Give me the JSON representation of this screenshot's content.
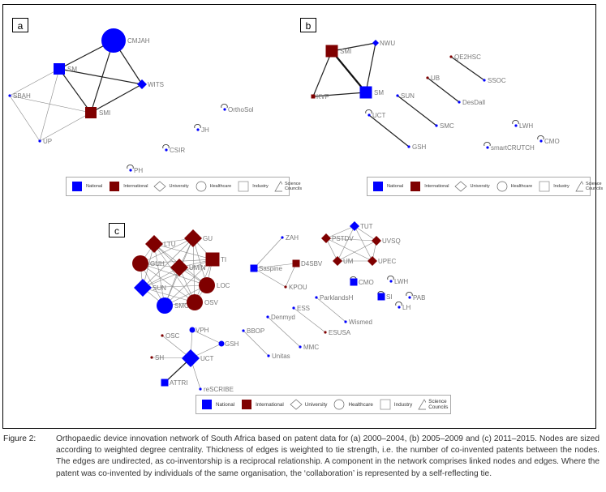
{
  "colors": {
    "national": "#0000ff",
    "international": "#7f0000",
    "edge": "#333333",
    "label": "#777777"
  },
  "legend": {
    "items": [
      {
        "label": "National",
        "shape": "square-fill",
        "color": "#0000ff"
      },
      {
        "label": "International",
        "shape": "square-fill",
        "color": "#7f0000"
      },
      {
        "label": "University",
        "shape": "diamond"
      },
      {
        "label": "Healthcare",
        "shape": "circle"
      },
      {
        "label": "Industry",
        "shape": "square"
      },
      {
        "label": "Science Councils",
        "shape": "triangle"
      }
    ]
  },
  "panels": [
    {
      "id": "a",
      "label": "a",
      "nodes": [
        {
          "id": "CMJAH",
          "label": "CMJAH",
          "shape": "circle",
          "type": "national",
          "size": "large"
        },
        {
          "id": "SM",
          "label": "SM",
          "shape": "square",
          "type": "national",
          "size": "large"
        },
        {
          "id": "WITS",
          "label": "WITS",
          "shape": "diamond",
          "type": "national",
          "size": "medium"
        },
        {
          "id": "SBAH",
          "label": "SBAH",
          "shape": "dot",
          "type": "national",
          "size": "small"
        },
        {
          "id": "SMI",
          "label": "SMI",
          "shape": "square",
          "type": "international",
          "size": "large"
        },
        {
          "id": "UP",
          "label": "UP",
          "shape": "dot",
          "type": "national",
          "size": "small"
        },
        {
          "id": "OrthoSol",
          "label": "OrthoSol",
          "shape": "dot",
          "type": "national",
          "size": "small",
          "selfloop": true
        },
        {
          "id": "JH",
          "label": "JH",
          "shape": "dot",
          "type": "national",
          "size": "small",
          "selfloop": true
        },
        {
          "id": "CSIR",
          "label": "CSIR",
          "shape": "dot",
          "type": "national",
          "size": "small",
          "selfloop": true
        },
        {
          "id": "PH",
          "label": "PH",
          "shape": "dot",
          "type": "national",
          "size": "small",
          "selfloop": true
        }
      ],
      "edges": [
        [
          "SM",
          "CMJAH",
          "strong"
        ],
        [
          "CMJAH",
          "WITS",
          "strong"
        ],
        [
          "CMJAH",
          "SMI",
          "strong"
        ],
        [
          "SM",
          "WITS",
          "strong"
        ],
        [
          "SM",
          "SMI",
          "strong"
        ],
        [
          "WITS",
          "SMI",
          "strong"
        ],
        [
          "SM",
          "SBAH",
          "weak"
        ],
        [
          "SM",
          "UP",
          "weak"
        ],
        [
          "SBAH",
          "SMI",
          "weak"
        ],
        [
          "SBAH",
          "UP",
          "weak"
        ],
        [
          "UP",
          "SMI",
          "weak"
        ]
      ]
    },
    {
      "id": "b",
      "label": "b",
      "nodes": [
        {
          "id": "SMI",
          "label": "SMI",
          "shape": "square",
          "type": "international",
          "size": "large"
        },
        {
          "id": "NWU",
          "label": "NWU",
          "shape": "diamond",
          "type": "national",
          "size": "small"
        },
        {
          "id": "SM",
          "label": "SM",
          "shape": "square",
          "type": "national",
          "size": "large"
        },
        {
          "id": "KVP",
          "label": "KVP",
          "shape": "square",
          "type": "international",
          "size": "small"
        },
        {
          "id": "SUN",
          "label": "SUN",
          "shape": "dot",
          "type": "national",
          "size": "small"
        },
        {
          "id": "SMC",
          "label": "SMC",
          "shape": "dot",
          "type": "national",
          "size": "small"
        },
        {
          "id": "UCT",
          "label": "UCT",
          "shape": "dot",
          "type": "national",
          "size": "small",
          "selfloop": true
        },
        {
          "id": "GSH",
          "label": "GSH",
          "shape": "dot",
          "type": "national",
          "size": "small"
        },
        {
          "id": "UB",
          "label": "UB",
          "shape": "dot",
          "type": "international",
          "size": "small"
        },
        {
          "id": "DesDall",
          "label": "DesDall",
          "shape": "dot",
          "type": "national",
          "size": "small"
        },
        {
          "id": "QE2HSC",
          "label": "QE2HSC",
          "shape": "dot",
          "type": "international",
          "size": "small"
        },
        {
          "id": "SSOC",
          "label": "SSOC",
          "shape": "dot",
          "type": "national",
          "size": "small"
        },
        {
          "id": "LWH",
          "label": "LWH",
          "shape": "dot",
          "type": "national",
          "size": "small",
          "selfloop": true
        },
        {
          "id": "CMO",
          "label": "CMO",
          "shape": "dot",
          "type": "national",
          "size": "small",
          "selfloop": true
        },
        {
          "id": "smartCRUTCH",
          "label": "smartCRUTCH",
          "shape": "dot",
          "type": "national",
          "size": "small",
          "selfloop": true
        }
      ],
      "edges": [
        [
          "SMI",
          "NWU",
          "strong"
        ],
        [
          "SMI",
          "SM",
          "heavy"
        ],
        [
          "NWU",
          "SM",
          "strong"
        ],
        [
          "SMI",
          "KVP",
          "strong"
        ],
        [
          "KVP",
          "SM",
          "strong"
        ],
        [
          "SUN",
          "SMC",
          "strong"
        ],
        [
          "UCT",
          "GSH",
          "strong"
        ],
        [
          "UB",
          "DesDall",
          "strong"
        ],
        [
          "QE2HSC",
          "SSOC",
          "strong"
        ]
      ]
    },
    {
      "id": "c",
      "label": "c",
      "nodes": [
        {
          "id": "LTU",
          "label": "LTU",
          "shape": "diamond",
          "type": "international",
          "size": "large"
        },
        {
          "id": "GU",
          "label": "GU",
          "shape": "diamond",
          "type": "international",
          "size": "large"
        },
        {
          "id": "TI",
          "label": "TI",
          "shape": "square",
          "type": "international",
          "size": "large"
        },
        {
          "id": "GUH",
          "label": "GUH",
          "shape": "circle",
          "type": "international",
          "size": "large"
        },
        {
          "id": "UMIN",
          "label": "UMIN",
          "shape": "diamond",
          "type": "international",
          "size": "large"
        },
        {
          "id": "LOC",
          "label": "LOC",
          "shape": "circle",
          "type": "international",
          "size": "large"
        },
        {
          "id": "SUN",
          "label": "SUN",
          "shape": "diamond",
          "type": "national",
          "size": "large"
        },
        {
          "id": "SMC",
          "label": "SMC",
          "shape": "circle",
          "type": "national",
          "size": "large"
        },
        {
          "id": "OSV",
          "label": "OSV",
          "shape": "circle",
          "type": "international",
          "size": "large"
        },
        {
          "id": "ZAH",
          "label": "ZAH",
          "shape": "dot",
          "type": "national",
          "size": "small"
        },
        {
          "id": "Saspine",
          "label": "Saspine",
          "shape": "square",
          "type": "national",
          "size": "medium"
        },
        {
          "id": "D4SBV",
          "label": "D4SBV",
          "shape": "square",
          "type": "international",
          "size": "medium"
        },
        {
          "id": "KPOU",
          "label": "KPOU",
          "shape": "dot",
          "type": "international",
          "size": "small"
        },
        {
          "id": "TUT",
          "label": "TUT",
          "shape": "diamond",
          "type": "national",
          "size": "medium"
        },
        {
          "id": "PSTDV",
          "label": "PSTDV",
          "shape": "diamond",
          "type": "international",
          "size": "medium"
        },
        {
          "id": "UVSQ",
          "label": "UVSQ",
          "shape": "diamond",
          "type": "international",
          "size": "medium"
        },
        {
          "id": "UM",
          "label": "UM",
          "shape": "diamond",
          "type": "international",
          "size": "medium"
        },
        {
          "id": "UPEC",
          "label": "UPEC",
          "shape": "diamond",
          "type": "international",
          "size": "medium"
        },
        {
          "id": "CMO",
          "label": "CMO",
          "shape": "square",
          "type": "national",
          "size": "medium",
          "selfloop": true
        },
        {
          "id": "SI",
          "label": "SI",
          "shape": "square",
          "type": "national",
          "size": "medium",
          "selfloop": true
        },
        {
          "id": "LWH",
          "label": "LWH",
          "shape": "dot",
          "type": "national",
          "size": "small",
          "selfloop": true
        },
        {
          "id": "PAB",
          "label": "PAB",
          "shape": "dot",
          "type": "national",
          "size": "small",
          "selfloop": true
        },
        {
          "id": "LH",
          "label": "LH",
          "shape": "dot",
          "type": "national",
          "size": "small",
          "selfloop": true
        },
        {
          "id": "ParklandsH",
          "label": "ParklandsH",
          "shape": "dot",
          "type": "national",
          "size": "small"
        },
        {
          "id": "Wismed",
          "label": "Wismed",
          "shape": "dot",
          "type": "national",
          "size": "small"
        },
        {
          "id": "ESS",
          "label": "ESS",
          "shape": "dot",
          "type": "national",
          "size": "small"
        },
        {
          "id": "ESUSA",
          "label": "ESUSA",
          "shape": "dot",
          "type": "international",
          "size": "small"
        },
        {
          "id": "Denmyd",
          "label": "Denmyd",
          "shape": "dot",
          "type": "national",
          "size": "small"
        },
        {
          "id": "MMC",
          "label": "MMC",
          "shape": "dot",
          "type": "national",
          "size": "small"
        },
        {
          "id": "BBOP",
          "label": "BBOP",
          "shape": "dot",
          "type": "national",
          "size": "small"
        },
        {
          "id": "Unitas",
          "label": "Unitas",
          "shape": "dot",
          "type": "national",
          "size": "small"
        },
        {
          "id": "VPH",
          "label": "VPH",
          "shape": "dot",
          "type": "national",
          "size": "smallplus"
        },
        {
          "id": "OSC",
          "label": "OSC",
          "shape": "dot",
          "type": "international",
          "size": "small"
        },
        {
          "id": "GSH",
          "label": "GSH",
          "shape": "dot",
          "type": "national",
          "size": "smallplus"
        },
        {
          "id": "SH",
          "label": "SH",
          "shape": "dot",
          "type": "international",
          "size": "small"
        },
        {
          "id": "UCT",
          "label": "UCT",
          "shape": "diamond",
          "type": "national",
          "size": "large"
        },
        {
          "id": "ATTRI",
          "label": "ATTRI",
          "shape": "square",
          "type": "national",
          "size": "medium"
        },
        {
          "id": "reSCRIBE",
          "label": "reSCRIBE",
          "shape": "dot",
          "type": "national",
          "size": "small"
        }
      ],
      "edges": [
        [
          "LTU",
          "GU",
          "weak"
        ],
        [
          "LTU",
          "TI",
          "weak"
        ],
        [
          "LTU",
          "GUH",
          "weak"
        ],
        [
          "LTU",
          "UMIN",
          "weak"
        ],
        [
          "LTU",
          "LOC",
          "weak"
        ],
        [
          "LTU",
          "SUN",
          "weak"
        ],
        [
          "LTU",
          "SMC",
          "weak"
        ],
        [
          "LTU",
          "OSV",
          "weak"
        ],
        [
          "GU",
          "TI",
          "weak"
        ],
        [
          "GU",
          "GUH",
          "weak"
        ],
        [
          "GU",
          "UMIN",
          "weak"
        ],
        [
          "GU",
          "LOC",
          "weak"
        ],
        [
          "GU",
          "SUN",
          "weak"
        ],
        [
          "GU",
          "SMC",
          "weak"
        ],
        [
          "GU",
          "OSV",
          "weak"
        ],
        [
          "TI",
          "GUH",
          "weak"
        ],
        [
          "TI",
          "UMIN",
          "weak"
        ],
        [
          "TI",
          "LOC",
          "weak"
        ],
        [
          "TI",
          "SUN",
          "weak"
        ],
        [
          "TI",
          "SMC",
          "weak"
        ],
        [
          "TI",
          "OSV",
          "weak"
        ],
        [
          "GUH",
          "UMIN",
          "weak"
        ],
        [
          "GUH",
          "LOC",
          "weak"
        ],
        [
          "GUH",
          "SUN",
          "weak"
        ],
        [
          "GUH",
          "SMC",
          "weak"
        ],
        [
          "GUH",
          "OSV",
          "weak"
        ],
        [
          "UMIN",
          "LOC",
          "weak"
        ],
        [
          "UMIN",
          "SUN",
          "weak"
        ],
        [
          "UMIN",
          "SMC",
          "weak"
        ],
        [
          "UMIN",
          "OSV",
          "weak"
        ],
        [
          "LOC",
          "SUN",
          "weak"
        ],
        [
          "LOC",
          "SMC",
          "weak"
        ],
        [
          "LOC",
          "OSV",
          "weak"
        ],
        [
          "SUN",
          "SMC",
          "weak"
        ],
        [
          "SUN",
          "OSV",
          "weak"
        ],
        [
          "SMC",
          "OSV",
          "weak"
        ],
        [
          "Saspine",
          "ZAH",
          "weak"
        ],
        [
          "Saspine",
          "D4SBV",
          "weak"
        ],
        [
          "Saspine",
          "KPOU",
          "weak"
        ],
        [
          "D4SBV",
          "KPOU",
          "weak"
        ],
        [
          "TUT",
          "PSTDV",
          "weak"
        ],
        [
          "TUT",
          "UVSQ",
          "weak"
        ],
        [
          "TUT",
          "UM",
          "weak"
        ],
        [
          "TUT",
          "UPEC",
          "weak"
        ],
        [
          "PSTDV",
          "UVSQ",
          "weak"
        ],
        [
          "PSTDV",
          "UM",
          "weak"
        ],
        [
          "PSTDV",
          "UPEC",
          "weak"
        ],
        [
          "UVSQ",
          "UM",
          "weak"
        ],
        [
          "UVSQ",
          "UPEC",
          "weak"
        ],
        [
          "UM",
          "UPEC",
          "weak"
        ],
        [
          "ParklandsH",
          "Wismed",
          "weak"
        ],
        [
          "ESS",
          "ESUSA",
          "weak"
        ],
        [
          "Denmyd",
          "MMC",
          "weak"
        ],
        [
          "BBOP",
          "Unitas",
          "weak"
        ],
        [
          "UCT",
          "VPH",
          "weak"
        ],
        [
          "UCT",
          "GSH",
          "weak"
        ],
        [
          "VPH",
          "GSH",
          "weak"
        ],
        [
          "UCT",
          "OSC",
          "weak"
        ],
        [
          "UCT",
          "SH",
          "weak"
        ],
        [
          "UCT",
          "ATTRI",
          "strong"
        ],
        [
          "UCT",
          "reSCRIBE",
          "weak"
        ]
      ]
    }
  ],
  "caption": {
    "figure_label": "Figure 2:",
    "text": "Orthopaedic device innovation network of South Africa based on patent data for (a) 2000–2004, (b) 2005–2009 and (c) 2011–2015. Nodes are sized according to weighted degree centrality. Thickness of edges is weighted to tie strength, i.e. the number of co-invented patents between the nodes. The edges are undirected, as co-inventorship is a reciprocal relationship. A component in the network comprises linked nodes and edges. Where the patent was co-invented by individuals of the same organisation, the ‘collaboration’ is represented by a self-reflecting tie."
  }
}
